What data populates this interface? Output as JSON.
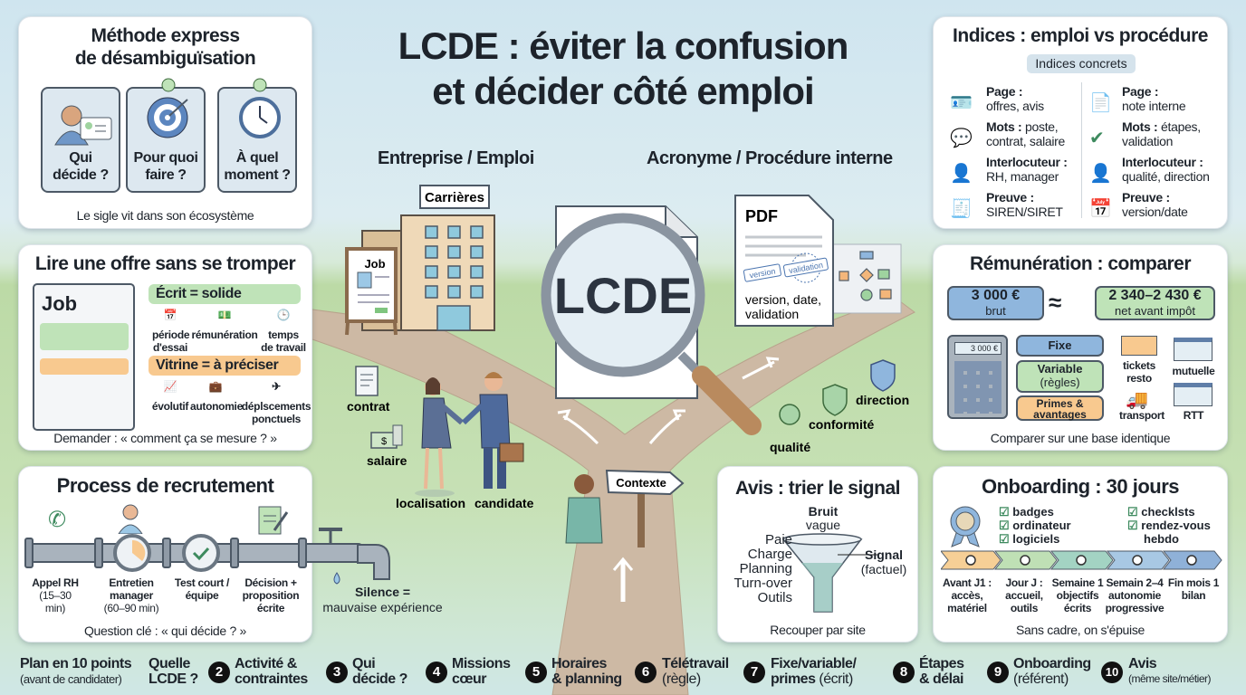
{
  "title": {
    "line1": "LCDE : éviter la confusion",
    "line2": "et décider côté emploi"
  },
  "branches": {
    "left": "Entreprise / Emploi",
    "right": "Acronyme / Procédure interne"
  },
  "scene": {
    "building_sign": "Carrières",
    "job_board": "Job",
    "magnifier_text": "LCDE",
    "pdf": {
      "label": "PDF",
      "stamp_version": "version",
      "stamp_validation": "validation",
      "caption1": "version, date,",
      "caption2": "validation"
    },
    "left_labels": {
      "contrat": "contrat",
      "salaire": "salaire",
      "localisation": "localisation",
      "candidate": "candidate"
    },
    "signpost": "Contexte",
    "right_labels": {
      "direction": "direction",
      "conformite": "conformité",
      "qualite": "qualité"
    }
  },
  "method": {
    "title1": "Méthode express",
    "title2": "de désambiguïsation",
    "tiles": [
      {
        "l1": "Qui",
        "l2": "décide ?",
        "icon": "id-card-icon"
      },
      {
        "l1": "Pour quoi",
        "l2": "faire ?",
        "icon": "target-icon"
      },
      {
        "l1": "À quel",
        "l2": "moment ?",
        "icon": "clock-icon"
      }
    ],
    "footer": "Le sigle vit dans son écosystème"
  },
  "offer": {
    "title": "Lire une offre sans se tromper",
    "doc_label": "Job",
    "solid": {
      "label": "Écrit = solide",
      "items": [
        "période",
        "d'essai",
        "rémunération",
        "temps",
        "de travail"
      ]
    },
    "vitrine": {
      "label": "Vitrine = à préciser",
      "items": [
        "évolutif",
        "autonomie",
        "déplscements",
        "ponctuels"
      ]
    },
    "footer": "Demander : « comment ça se mesure ? »",
    "solid_color": "#bfe3b8",
    "vitrine_color": "#f8c98f"
  },
  "process": {
    "title": "Process de recrutement",
    "steps": [
      {
        "l1": "Appel RH",
        "l2": "(15–30 min)"
      },
      {
        "l1": "Entretien",
        "l2": "manager",
        "l3": "(60–90 min)"
      },
      {
        "l1": "Test court /",
        "l2": "équipe"
      },
      {
        "l1": "Décision +",
        "l2": "proposition",
        "l3": "écrite"
      }
    ],
    "silence_bold": "Silence =",
    "silence_text": "mauvaise expérience",
    "footer": "Question clé : « qui décide ? »"
  },
  "indices": {
    "title": "Indices : emploi vs procédure",
    "badge": "Indices concrets",
    "left": [
      {
        "k": "Page :",
        "v": "offres, avis"
      },
      {
        "k": "Mots :",
        "v1": "poste,",
        "v": "contrat, salaire"
      },
      {
        "k": "Interlocuteur :",
        "v": "RH, manager"
      },
      {
        "k": "Preuve :",
        "v": "SIREN/SIRET"
      }
    ],
    "right": [
      {
        "k": "Page :",
        "v": "note interne"
      },
      {
        "k": "Mots :",
        "v1": "étapes,",
        "v": "validation"
      },
      {
        "k": "Interlocuteur :",
        "v": "qualité, direction"
      },
      {
        "k": "Preuve :",
        "v": "version/date"
      }
    ]
  },
  "remuneration": {
    "title": "Rémunération : comparer",
    "brut": {
      "amount": "3 000 €",
      "label": "brut"
    },
    "approx": "≈",
    "net": {
      "amount": "2 340–2 430 €",
      "label": "net avant impôt"
    },
    "calculator_display": "3 000 €",
    "components": {
      "fixe": "Fixe",
      "variable1": "Variable",
      "variable2": "(règles)",
      "primes1": "Primes &",
      "primes2": "avantages"
    },
    "perks": {
      "tickets1": "tickets",
      "tickets2": "resto",
      "mutuelle": "mutuelle",
      "transport": "transport",
      "rtt": "RTT"
    },
    "footer": "Comparer sur une base identique"
  },
  "onboarding": {
    "title": "Onboarding : 30 jours",
    "checklist_a": [
      "badges",
      "ordinateur",
      "logiciels"
    ],
    "checklist_b": [
      "checklsts",
      "rendez-vous",
      "hebdo"
    ],
    "phases": [
      {
        "l1": "Avant J1 :",
        "l2": "accès,",
        "l3": "matériel"
      },
      {
        "l1": "Jour J :",
        "l2": "accueil,",
        "l3": "outils"
      },
      {
        "l1": "Semaine 1",
        "l2": "objectifs",
        "l3": "écrits"
      },
      {
        "l1": "Semain 2–4",
        "l2": "autonomie",
        "l3": "progressive"
      },
      {
        "l1": "Fin mois 1",
        "l2": "bilan"
      }
    ],
    "footer": "Sans cadre, on s'épuise"
  },
  "avis": {
    "title": "Avis : trier le signal",
    "bruit": "Bruit",
    "bruit_sub": "vague",
    "inputs": [
      "Paie",
      "Charge",
      "Planning",
      "Turn-over",
      "Outils"
    ],
    "signal": "Signal",
    "signal_sub": "(factuel)",
    "footer": "Recouper par site"
  },
  "plan": {
    "title": "Plan en 10 points",
    "subtitle": "(avant de candidater)",
    "items": [
      {
        "num": "",
        "l1": "Quelle",
        "l2": "LCDE ?"
      },
      {
        "num": "2",
        "l1": "Activité &",
        "l2": "contraintes"
      },
      {
        "num": "3",
        "l1": "Qui",
        "l2": "décide ?"
      },
      {
        "num": "4",
        "l1": "Missions",
        "l2": "cœur"
      },
      {
        "num": "5",
        "l1": "Horaires",
        "l2": "& planning"
      },
      {
        "num": "6",
        "l1": "Télétravail",
        "note": "(règle)"
      },
      {
        "num": "7",
        "l1": "Fixe/variable/",
        "l2": "primes",
        "note": " (écrit)"
      },
      {
        "num": "8",
        "l1": "Étapes",
        "l2": "& délai"
      },
      {
        "num": "9",
        "l1": "Onboarding",
        "note": "(référent)"
      },
      {
        "num": "10",
        "l1": "Avis",
        "note": "(même site/métier)"
      }
    ]
  }
}
